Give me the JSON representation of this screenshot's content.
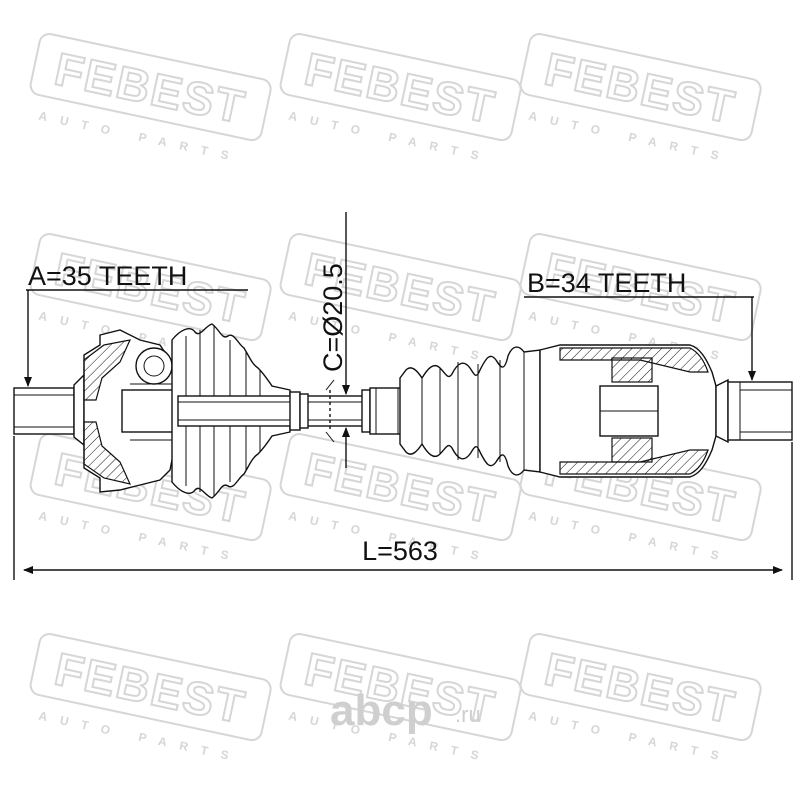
{
  "watermark": {
    "brand": "FEBEST",
    "sub": "AUTO PARTS"
  },
  "dimensions": {
    "a_label": "A=35 TEETH",
    "b_label": "B=34 TEETH",
    "c_label": "C=Ø20.5",
    "l_label": "L=563"
  },
  "logo": {
    "name": "abcp",
    "domain": ".ru"
  }
}
